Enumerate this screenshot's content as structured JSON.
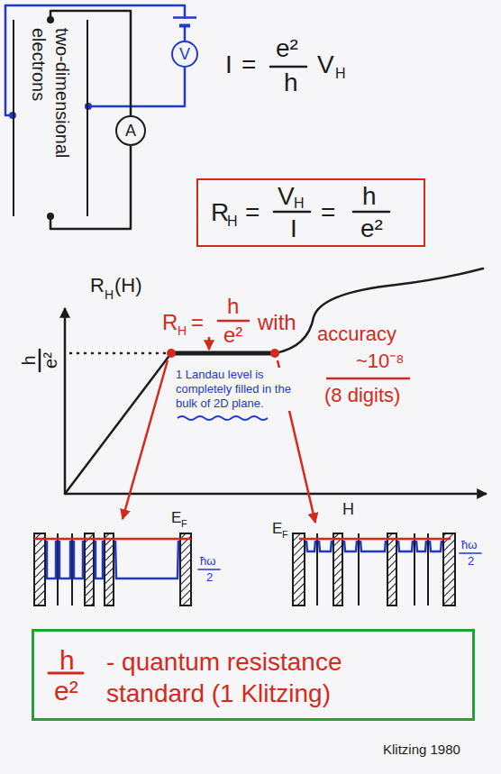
{
  "diagram": {
    "nodes": [
      {
        "text": [
          "two-dimensional electrons"
        ]
      },
      {
        "text": [
          "V"
        ]
      },
      {
        "text": [
          "A"
        ]
      },
      {
        "text": [
          "R",
          "H",
          "=",
          "V",
          "H",
          "I",
          "=",
          "h",
          "e²"
        ]
      },
      {
        "text": [
          "h",
          "e²",
          "- quantum resistance standard (1 Klitzing)"
        ]
      }
    ],
    "edges": [
      {
        "from": 0,
        "to": 1,
        "arrow": "none"
      },
      {
        "from": 0,
        "to": 1,
        "arrow": "none"
      },
      {
        "from": 0,
        "to": 2,
        "arrow": "none"
      },
      {
        "from": 0,
        "to": 2,
        "arrow": "none"
      }
    ],
    "labels": [
      "I",
      "=",
      "e²",
      "h",
      "V",
      "H",
      "R",
      "H",
      "(H)",
      "h",
      "e²",
      "R",
      "H",
      "=",
      "h",
      "e²",
      "with",
      "accuracy",
      "~10⁻⁸",
      "(8 digits)",
      "1 Landau level is completely filled in the bulk of 2D plane.",
      "H",
      "E",
      "F",
      "ħω",
      "2",
      "E",
      "F",
      "ħω",
      "2",
      "Klitzing 1980"
    ]
  }
}
